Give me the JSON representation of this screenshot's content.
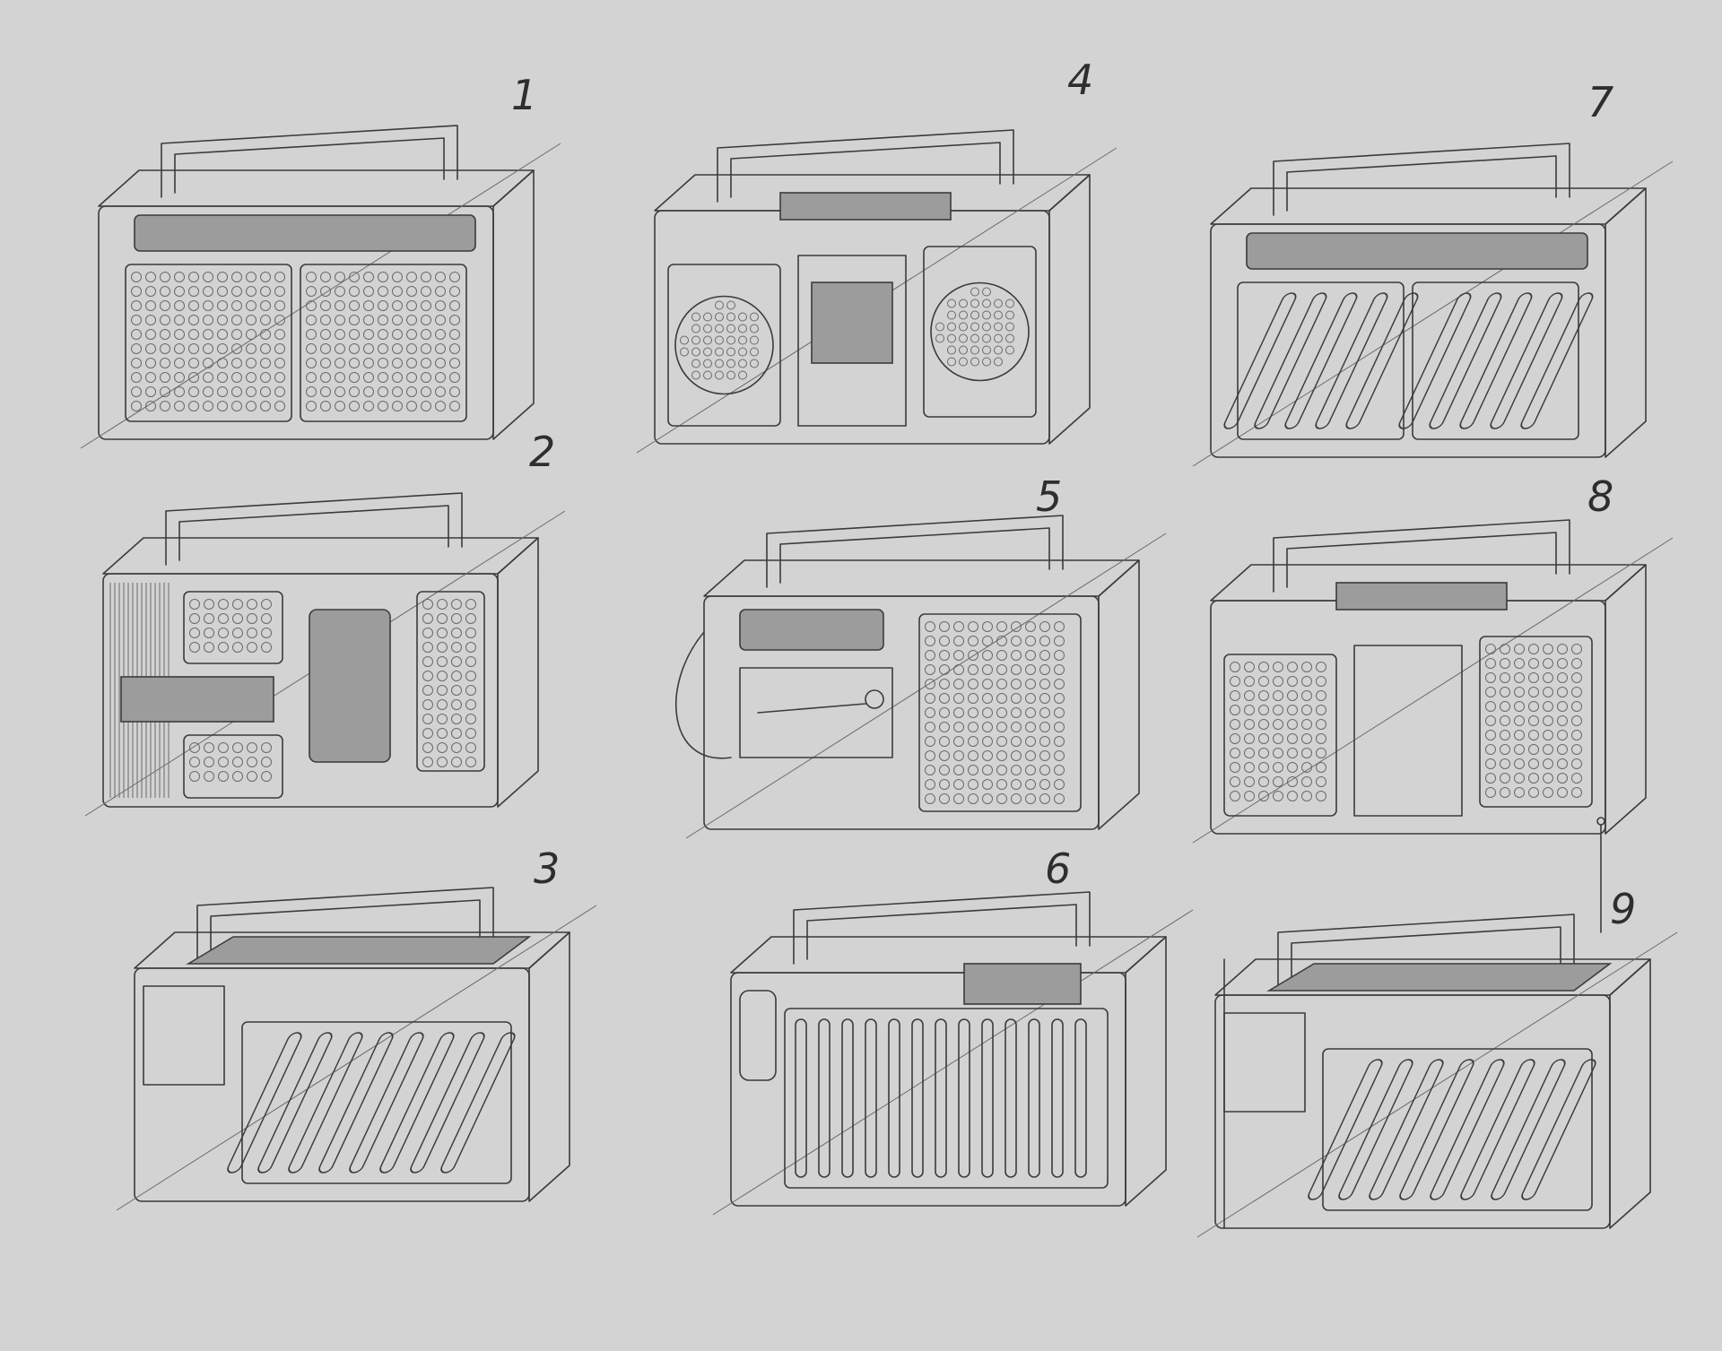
{
  "colors": {
    "background": "#d3d3d3",
    "ink": "#3b3b3b",
    "display": "#9c9c9c"
  },
  "sketches": [
    {
      "label": "1",
      "grille": "dots",
      "layout": "two-panel",
      "antenna": false
    },
    {
      "label": "2",
      "grille": "dots",
      "layout": "stacked-fins",
      "antenna": false
    },
    {
      "label": "3",
      "grille": "slats",
      "layout": "top-display",
      "antenna": false
    },
    {
      "label": "4",
      "grille": "round",
      "layout": "cassette-center",
      "antenna": false
    },
    {
      "label": "5",
      "grille": "dots",
      "layout": "radio-left",
      "antenna": false
    },
    {
      "label": "6",
      "grille": "vslats",
      "layout": "vertical-slats",
      "antenna": false
    },
    {
      "label": "7",
      "grille": "slats",
      "layout": "two-panel",
      "antenna": false
    },
    {
      "label": "8",
      "grille": "dots",
      "layout": "cassette-center",
      "antenna": false
    },
    {
      "label": "9",
      "grille": "slats",
      "layout": "top-display",
      "antenna": true
    }
  ]
}
